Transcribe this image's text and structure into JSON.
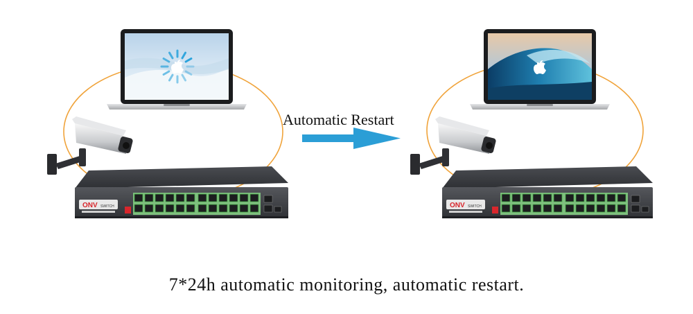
{
  "diagram": {
    "arrow_label": "Automatic Restart",
    "caption": "7*24h automatic monitoring, automatic restart.",
    "colors": {
      "loop_orange": "#f0a33a",
      "arrow_blue": "#2b9ed6",
      "switch_body": "#3b3d41",
      "brand_red": "#d8262c",
      "port_green": "#4cae4c"
    },
    "before": {
      "laptop_screen": "boot-spinner-icon",
      "switch_brand": "ONV",
      "switch_model": "SWITCH"
    },
    "after": {
      "laptop_screen": "ocean-wave-wallpaper",
      "switch_brand": "ONV",
      "switch_model": "SWITCH"
    }
  }
}
